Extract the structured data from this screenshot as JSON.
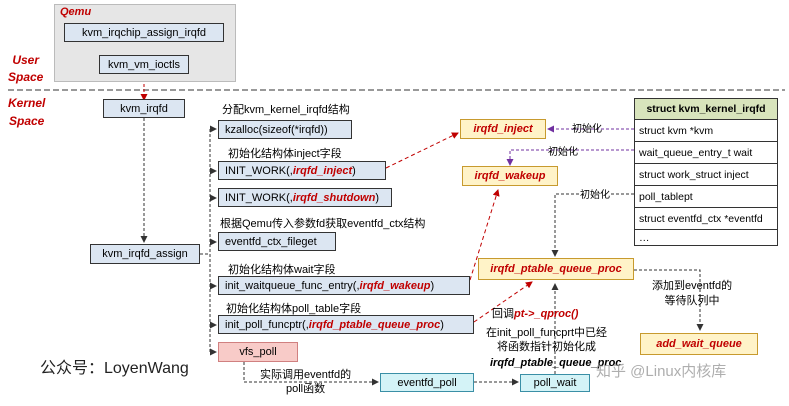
{
  "qemu": {
    "title": "Qemu",
    "kvm_irqchip_assign_irqfd": "kvm_irqchip_assign_irqfd",
    "kvm_vm_ioctls": "kvm_vm_ioctls"
  },
  "regions": {
    "user_space": "User\nSpace",
    "kernel_space": "Kernel\nSpace"
  },
  "kernel": {
    "kvm_irqfd": "kvm_irqfd",
    "kvm_irqfd_assign": "kvm_irqfd_assign",
    "kzalloc": "kzalloc(sizeof(*irqfd))",
    "init_work_prefix": "INIT_WORK(,",
    "init_work_inject": "irqfd_inject",
    "init_work_suffix": ")",
    "init_work2_prefix": "INIT_WORK(,",
    "init_work2_shutdown": "irqfd_shutdown",
    "init_work2_suffix": ")",
    "eventfd_ctx_fileget": "eventfd_ctx_fileget",
    "init_waitqueue_prefix": "init_waitqueue_func_entry(, ",
    "init_waitqueue_fn": "irqfd_wakeup",
    "init_waitqueue_suffix": ")",
    "init_poll_prefix": "init_poll_funcptr(, ",
    "init_poll_fn": "irqfd_ptable_queue_proc",
    "init_poll_suffix": ")",
    "vfs_poll": "vfs_poll",
    "eventfd_poll": "eventfd_poll",
    "poll_wait": "poll_wait"
  },
  "annotations": {
    "alloc": "分配kvm_kernel_irqfd结构",
    "init_inject": "初始化结构体inject字段",
    "get_ctx": "根据Qemu传入参数fd获取eventfd_ctx结构",
    "init_wait": "初始化结构体wait字段",
    "init_poll": "初始化结构体poll_table字段",
    "actual_call": "实际调用eventfd的\npoll函数",
    "callback_prefix": "回调",
    "callback_fn": "pt->_qproc()",
    "init_note": "在init_poll_funcprt中已经\n将函数指针初始化成",
    "init_note_fn": "irqfd_ptable_queue_proc",
    "add_to_queue": "添加到eventfd的\n等待队列中",
    "init1": "初始化",
    "init2": "初始化",
    "init3": "初始化"
  },
  "handlers": {
    "irqfd_inject": "irqfd_inject",
    "irqfd_wakeup": "irqfd_wakeup",
    "irqfd_ptable_queue_proc": "irqfd_ptable_queue_proc",
    "add_wait_queue": "add_wait_queue"
  },
  "struct": {
    "title": "struct kvm_kernel_irqfd",
    "fields": [
      "struct kvm *kvm",
      "wait_queue_entry_t wait",
      "struct work_struct inject",
      "poll_tablept",
      "struct eventfd_ctx *eventfd",
      "…"
    ]
  },
  "watermarks": {
    "left": "公众号：LoyenWang",
    "right": "知乎 @Linux内核库"
  }
}
